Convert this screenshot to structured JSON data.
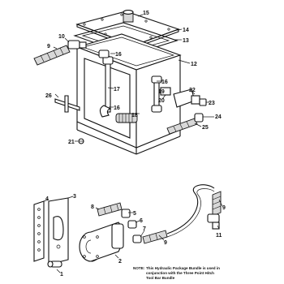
{
  "diagram": {
    "callouts": [
      "1",
      "2",
      "3",
      "4",
      "5",
      "6",
      "7",
      "8",
      "9",
      "10",
      "11",
      "12",
      "13",
      "14",
      "15",
      "16",
      "17",
      "18",
      "19",
      "20",
      "21",
      "22",
      "23",
      "24",
      "25",
      "26"
    ],
    "note": {
      "lead": "NOTE:",
      "line1": "This Hydraulic Package Bundle is used in",
      "line2": "conjunction with the Three Point Hitch",
      "line3": "Tool Bar Bundle"
    }
  }
}
